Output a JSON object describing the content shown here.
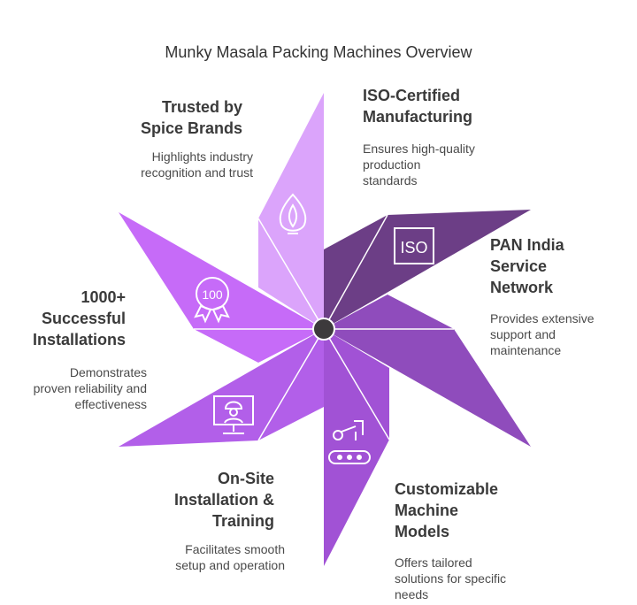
{
  "title": "Munky Masala Packing Machines Overview",
  "colors": {
    "trusted": "#dba4fb",
    "iso": "#6c3e86",
    "pan": "#8f4cbc",
    "custom": "#a152d5",
    "onsite": "#b25fe9",
    "installs": "#c66bf8",
    "hub": "#3d3a3c",
    "icon": "#ffffff"
  },
  "segments": [
    {
      "key": "trusted",
      "icon": "onion-icon",
      "heading": [
        "Trusted by",
        "Spice Brands"
      ],
      "desc": [
        "Highlights industry",
        "recognition and trust"
      ]
    },
    {
      "key": "iso",
      "icon": "iso-badge-icon",
      "icon_text": "ISO",
      "heading": [
        "ISO-Certified",
        "Manufacturing"
      ],
      "desc": [
        "Ensures high-quality",
        "production",
        "standards"
      ]
    },
    {
      "key": "pan",
      "icon": "",
      "heading": [
        "PAN India",
        "Service",
        "Network"
      ],
      "desc": [
        "Provides extensive",
        "support and",
        "maintenance"
      ]
    },
    {
      "key": "custom",
      "icon": "robot-arm-conveyor-icon",
      "heading": [
        "Customizable",
        "Machine",
        "Models"
      ],
      "desc": [
        "Offers tailored",
        "solutions for specific",
        "needs"
      ]
    },
    {
      "key": "onsite",
      "icon": "engineer-monitor-icon",
      "heading": [
        "On-Site",
        "Installation &",
        "Training"
      ],
      "desc": [
        "Facilitates smooth",
        "setup and operation"
      ]
    },
    {
      "key": "installs",
      "icon": "award-badge-icon",
      "icon_text": "100",
      "heading": [
        "1000+",
        "Successful",
        "Installations"
      ],
      "desc": [
        "Demonstrates",
        "proven reliability and",
        "effectiveness"
      ]
    }
  ]
}
